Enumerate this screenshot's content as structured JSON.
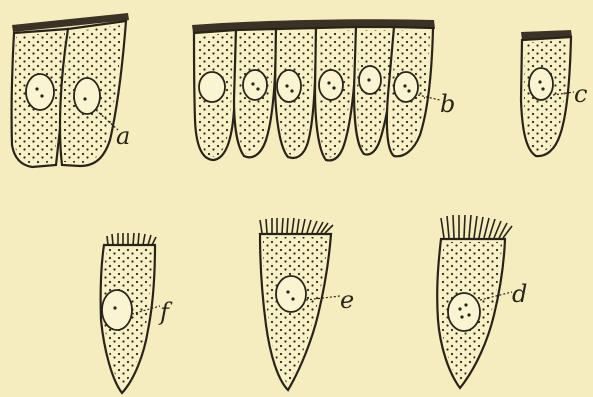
{
  "figure": {
    "background_color": "#f5ecbf",
    "ink_color": "#2a2418",
    "labels": {
      "a": "a",
      "b": "b",
      "c": "c",
      "d": "d",
      "e": "e",
      "f": "f"
    }
  }
}
